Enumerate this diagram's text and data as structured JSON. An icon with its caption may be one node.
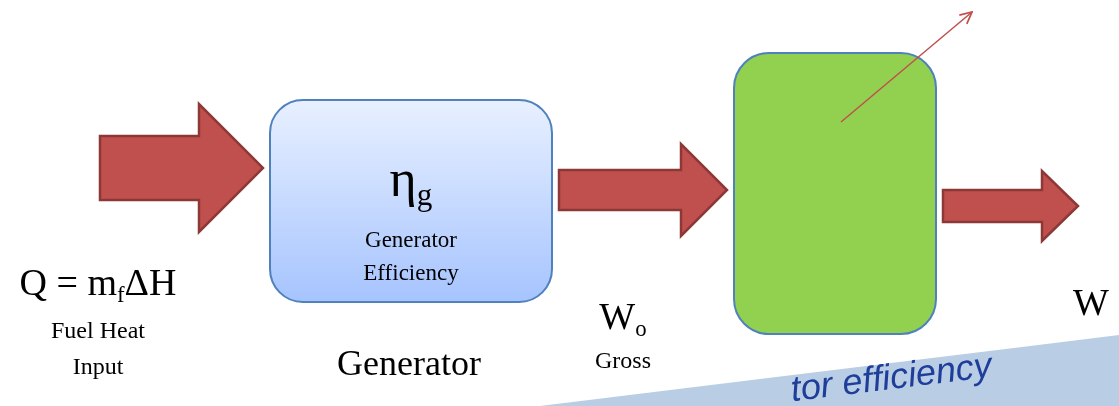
{
  "diagram": {
    "nodes": [
      {
        "text": [
          "η$_{g}$",
          "Generator Efficiency"
        ],
        "beside": [
          "Generator"
        ]
      },
      {
        "text": [],
        "shape": "box"
      },
      {
        "text": [
          "tor efficiency"
        ]
      }
    ],
    "edges": [
      {
        "from": null,
        "to": 0,
        "arrow": "to",
        "style": "thick"
      },
      {
        "from": 0,
        "to": 1,
        "arrow": "to",
        "style": "thick"
      },
      {
        "from": 1,
        "to": null,
        "arrow": "to",
        "style": "thick"
      },
      {
        "from": 1,
        "to": null,
        "arrow": "to"
      }
    ],
    "labels": [
      "Q = m$_{f}$ΔH",
      "Fuel Heat Input",
      "W$_{o}$",
      "Gross",
      "W"
    ]
  }
}
